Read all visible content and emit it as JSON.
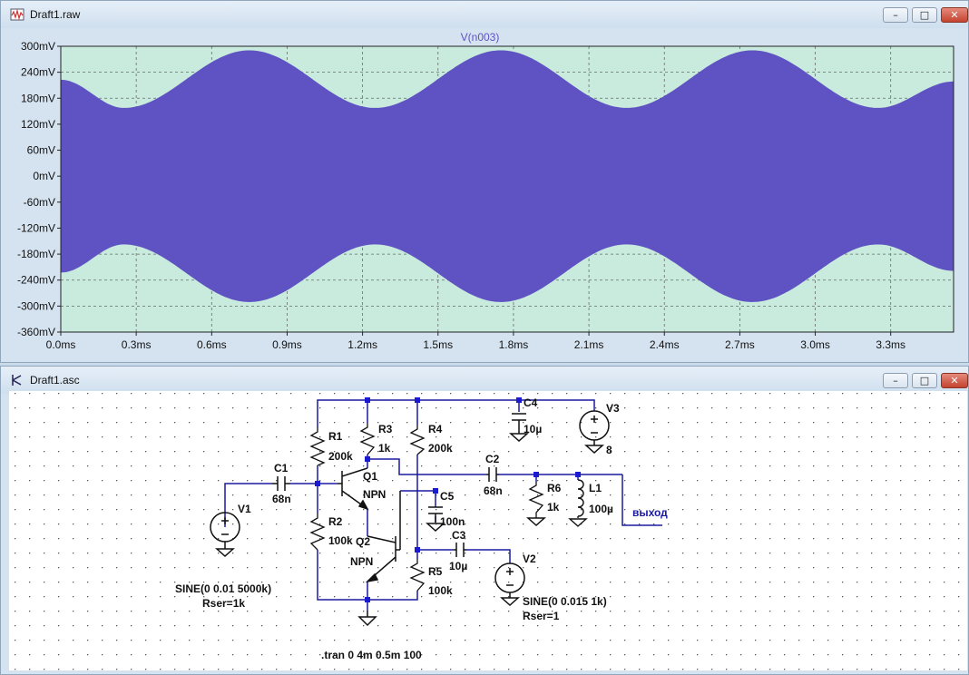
{
  "waveform_window": {
    "title": "Draft1.raw",
    "trace_label": "V(n003)",
    "buttons": {
      "minimize": "–",
      "maximize": "□",
      "close": "✕"
    },
    "y_ticks": [
      "300mV",
      "240mV",
      "180mV",
      "120mV",
      "60mV",
      "0mV",
      "-60mV",
      "-120mV",
      "-180mV",
      "-240mV",
      "-300mV",
      "-360mV"
    ],
    "x_ticks": [
      "0.0ms",
      "0.3ms",
      "0.6ms",
      "0.9ms",
      "1.2ms",
      "1.5ms",
      "1.8ms",
      "2.1ms",
      "2.4ms",
      "2.7ms",
      "3.0ms",
      "3.3ms"
    ],
    "colors": {
      "background": "#c8ebdd",
      "trace": "#5f52c3",
      "axis_text": "#111111",
      "label": "#5f52c3"
    }
  },
  "chart_data": {
    "type": "area",
    "title": "V(n003)",
    "xlabel": "",
    "ylabel": "",
    "xlim": [
      0.0,
      3.55
    ],
    "ylim": [
      -360,
      300
    ],
    "x_unit": "ms",
    "y_unit": "mV",
    "grid": true,
    "series": [
      {
        "name": "V(n003)",
        "envelope_x": [
          0.0,
          0.25,
          0.75,
          1.25,
          1.75,
          2.25,
          2.75,
          3.25,
          3.55
        ],
        "envelope_upper": [
          222,
          157,
          290,
          157,
          290,
          157,
          290,
          157,
          218
        ],
        "envelope_lower": [
          -222,
          -157,
          -290,
          -157,
          -290,
          -157,
          -290,
          -157,
          -218
        ]
      }
    ]
  },
  "schematic_window": {
    "title": "Draft1.asc",
    "buttons": {
      "minimize": "–",
      "maximize": "□",
      "close": "✕"
    },
    "components": {
      "r1_name": "R1",
      "r1_value": "200k",
      "r2_name": "R2",
      "r2_value": "100k",
      "r3_name": "R3",
      "r3_value": "1k",
      "r4_name": "R4",
      "r4_value": "200k",
      "r5_name": "R5",
      "r5_value": "100k",
      "r6_name": "R6",
      "r6_value": "1k",
      "c1_name": "C1",
      "c1_value": "68n",
      "c2_name": "C2",
      "c2_value": "68n",
      "c3_name": "C3",
      "c3_value": "10µ",
      "c4_name": "C4",
      "c4_value": "10µ",
      "c5_name": "C5",
      "c5_value": "100n",
      "l1_name": "L1",
      "l1_value": "100µ",
      "q1_name": "Q1",
      "q1_type": "NPN",
      "q2_name": "Q2",
      "q2_type": "NPN",
      "v1_name": "V1",
      "v1_spec": "SINE(0 0.01 5000k)",
      "v1_rser": "Rser=1k",
      "v2_name": "V2",
      "v2_spec": "SINE(0 0.015 1k)",
      "v2_rser": "Rser=1",
      "v3_name": "V3",
      "v3_value": "8"
    },
    "net_label": "выход",
    "directive": ".tran 0 4m 0.5m 100",
    "colors": {
      "background": "#ffffff",
      "wire": "#1a1aa0",
      "component": "#111111",
      "junction": "#1a1ad0",
      "net_label": "#1a1aa0"
    }
  }
}
